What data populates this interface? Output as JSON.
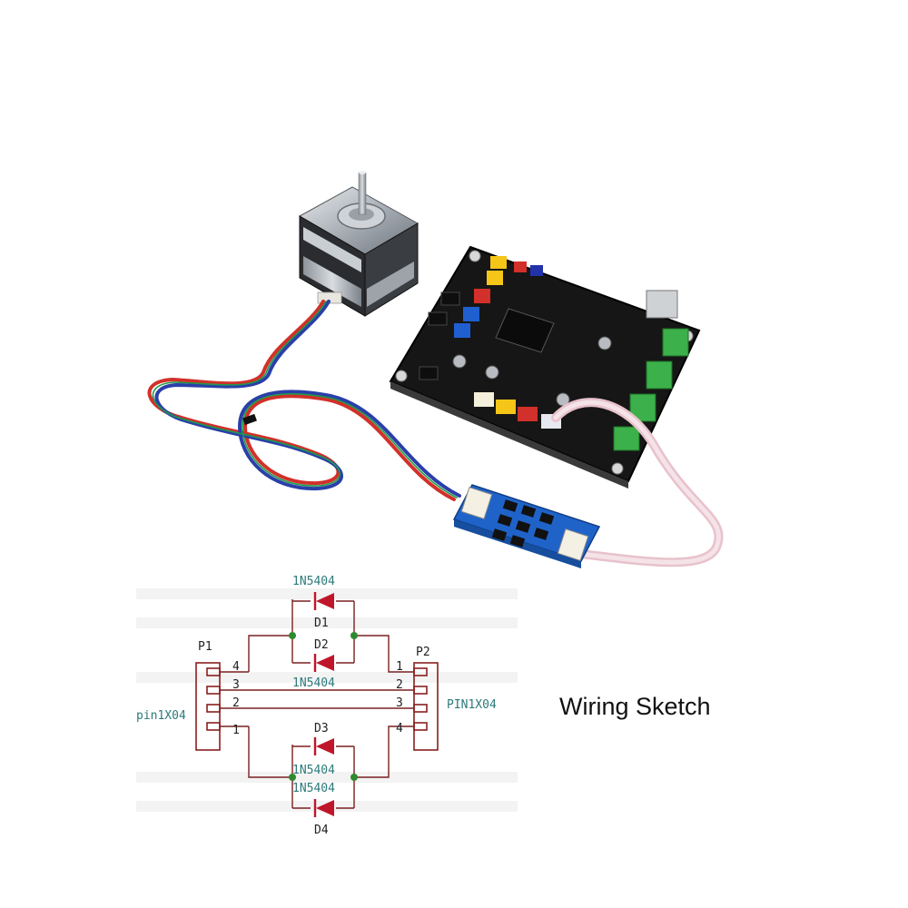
{
  "caption": "Wiring Sketch",
  "schematic": {
    "connector_left": {
      "ref": "P1",
      "value": "pin1X04",
      "pins": [
        "4",
        "3",
        "2",
        "1"
      ]
    },
    "connector_right": {
      "ref": "P2",
      "value": "PIN1X04",
      "pins": [
        "1",
        "2",
        "3",
        "4"
      ]
    },
    "diodes": [
      {
        "ref": "D1",
        "part": "1N5404"
      },
      {
        "ref": "D2",
        "part": "1N5404"
      },
      {
        "ref": "D3",
        "part": "1N5404"
      },
      {
        "ref": "D4",
        "part": "1N5404"
      }
    ]
  },
  "colors": {
    "wire": "#7a1f1f",
    "diode": "#c0162a",
    "board": "#161616",
    "module": "#1f63c9",
    "cable_red": "#d2302a",
    "cable_blue": "#2a3fa8"
  }
}
